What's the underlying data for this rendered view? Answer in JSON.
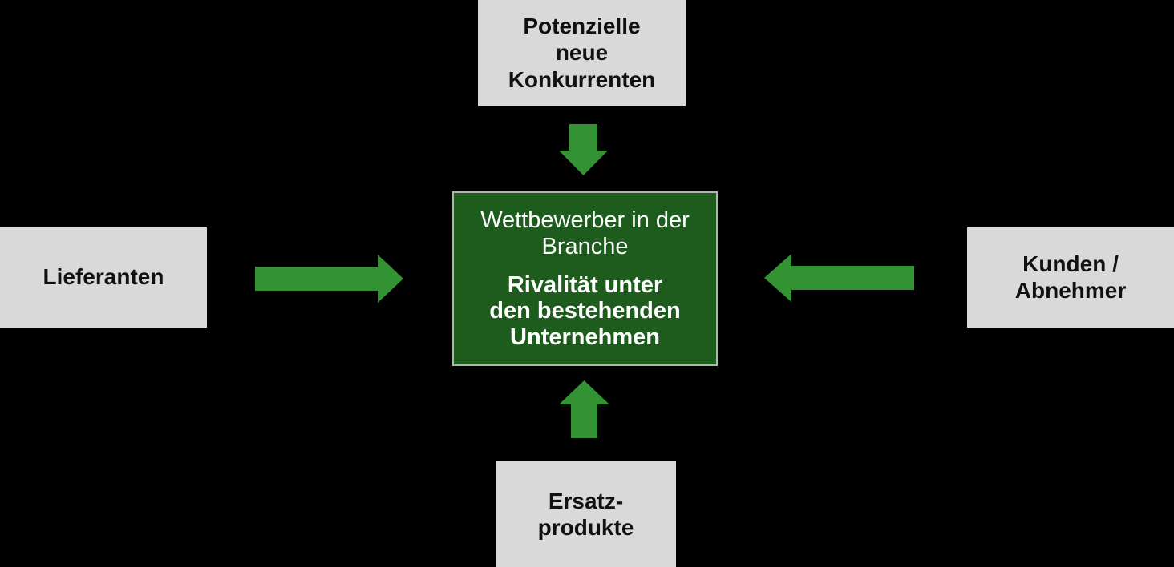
{
  "diagram": {
    "type": "five-forces",
    "colors": {
      "background": "#000000",
      "outer-box-bg": "#d9d9d9",
      "outer-box-text": "#111111",
      "center-box-bg": "#1e5c1e",
      "center-box-border": "#b3b3b3",
      "center-box-text": "#ffffff",
      "arrow": "#339333"
    },
    "center": {
      "subtitle": "Wettbewerber in der\nBranche",
      "title": "Rivalität unter\nden bestehenden\nUnternehmen"
    },
    "nodes": {
      "top": {
        "label": "Potenzielle\nneue\nKonkurrenten"
      },
      "left": {
        "label": "Lieferanten"
      },
      "right": {
        "label": "Kunden /\nAbnehmer"
      },
      "bottom": {
        "label": "Ersatz-\nprodukte"
      }
    },
    "arrows": [
      {
        "name": "top-to-center",
        "direction": "down"
      },
      {
        "name": "left-to-center",
        "direction": "right"
      },
      {
        "name": "right-to-center",
        "direction": "left"
      },
      {
        "name": "bottom-to-center",
        "direction": "up"
      }
    ]
  }
}
